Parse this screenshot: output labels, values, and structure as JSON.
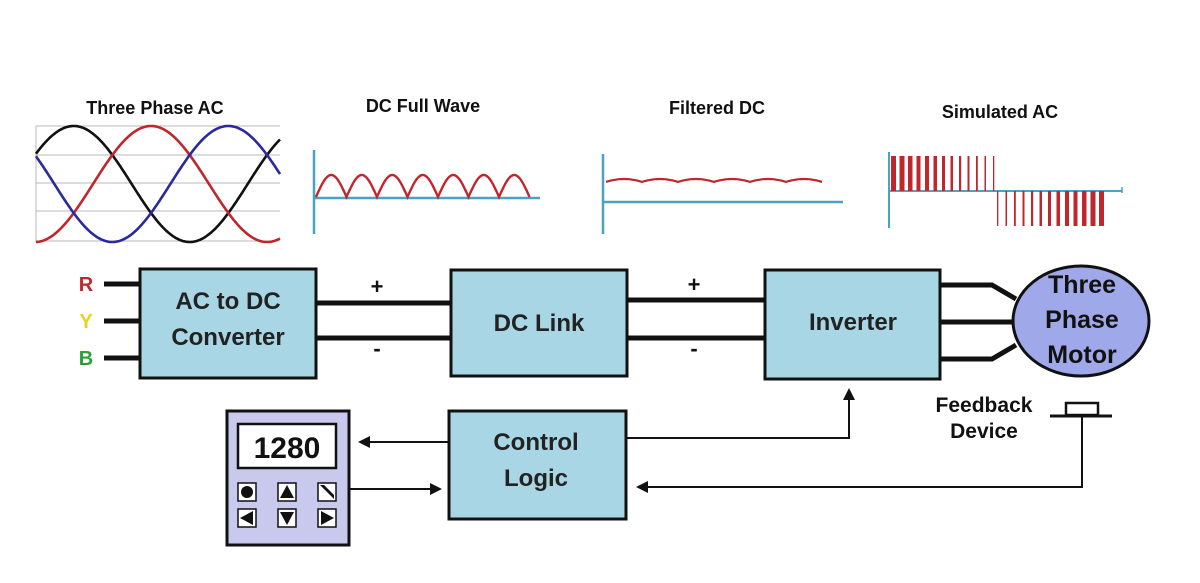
{
  "colors": {
    "box_fill": "#a9d6e5",
    "motor_fill": "#9fa8e8",
    "keypad_fill": "#c9c9ee",
    "wave_red": "#c0272d",
    "wave_blue": "#2a2a9e",
    "wave_axis": "#4aa3c0",
    "phase_r": "#c0272d",
    "phase_y": "#e4d51c",
    "phase_b": "#2e9e3a"
  },
  "waveforms": {
    "three_phase_ac": {
      "title": "Three Phase AC"
    },
    "dc_full_wave": {
      "title": "DC Full Wave"
    },
    "filtered_dc": {
      "title": "Filtered DC"
    },
    "simulated_ac": {
      "title": "Simulated AC"
    }
  },
  "phases": [
    {
      "label": "R",
      "color": "#c0272d"
    },
    {
      "label": "Y",
      "color": "#e4d51c"
    },
    {
      "label": "B",
      "color": "#2e9e3a"
    }
  ],
  "blocks": {
    "converter": {
      "line1": "AC to DC",
      "line2": "Converter"
    },
    "dc_link": {
      "label": "DC Link"
    },
    "inverter": {
      "label": "Inverter"
    },
    "control_logic": {
      "line1": "Control",
      "line2": "Logic"
    }
  },
  "motor": {
    "line1": "Three",
    "line2": "Phase",
    "line3": "Motor"
  },
  "feedback": {
    "line1": "Feedback",
    "line2": "Device"
  },
  "signs": {
    "plus": "+",
    "minus": "-"
  },
  "keypad": {
    "display_value": "1280",
    "buttons": [
      "stop-icon",
      "up-arrow-icon",
      "diagonal-icon",
      "left-arrow-icon",
      "down-arrow-icon",
      "right-arrow-icon"
    ]
  }
}
